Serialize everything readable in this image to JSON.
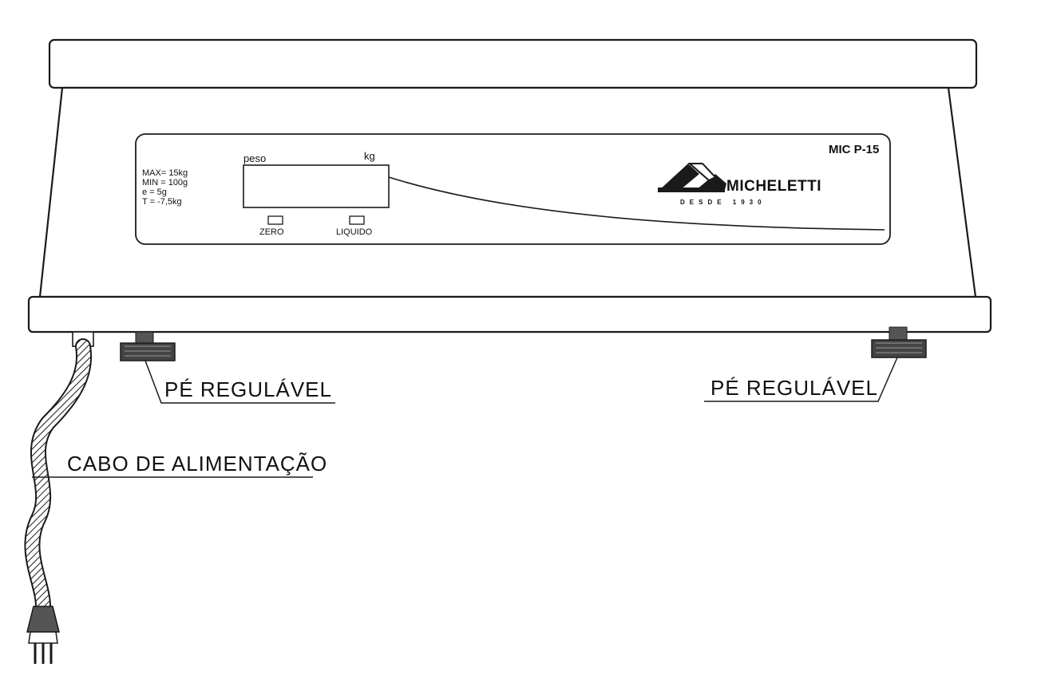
{
  "scale_panel": {
    "weight_label": "peso",
    "unit_label": "kg",
    "model": "MIC P-15",
    "brand": "MICHELETTI",
    "since": "DESDE 1930",
    "specs": [
      "MAX= 15kg",
      "MIN = 100g",
      "e = 5g",
      "T = -7,5kg"
    ],
    "button_zero": "ZERO",
    "button_liquido": "LIQUIDO"
  },
  "callouts": {
    "foot_left": "PÉ REGULÁVEL",
    "foot_right": "PÉ REGULÁVEL",
    "power_cable": "CABO DE ALIMENTAÇÃO"
  },
  "colors": {
    "line": "#1a1a1a",
    "fill": "#ffffff"
  }
}
